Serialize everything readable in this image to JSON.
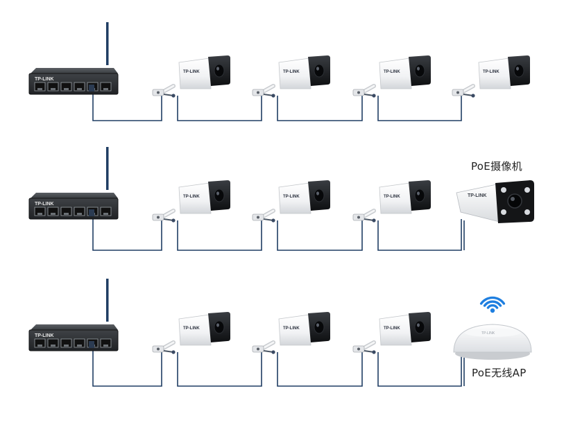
{
  "brand": "TP-LINK",
  "colors": {
    "cable": "#1f3d63",
    "antenna": "#1f3d63",
    "wifi": "#1f7fe0"
  },
  "labels": {
    "poe_camera": "PoE摄像机",
    "poe_ap": "PoE无线AP"
  },
  "rows": [
    {
      "switch": "poe-switch",
      "devices": [
        "bullet-camera",
        "bullet-camera",
        "bullet-camera",
        "bullet-camera"
      ]
    },
    {
      "switch": "poe-switch",
      "devices": [
        "bullet-camera",
        "bullet-camera",
        "bullet-camera",
        "poe-camera-large"
      ]
    },
    {
      "switch": "poe-switch",
      "devices": [
        "bullet-camera",
        "bullet-camera",
        "bullet-camera",
        "wireless-ap"
      ]
    }
  ]
}
